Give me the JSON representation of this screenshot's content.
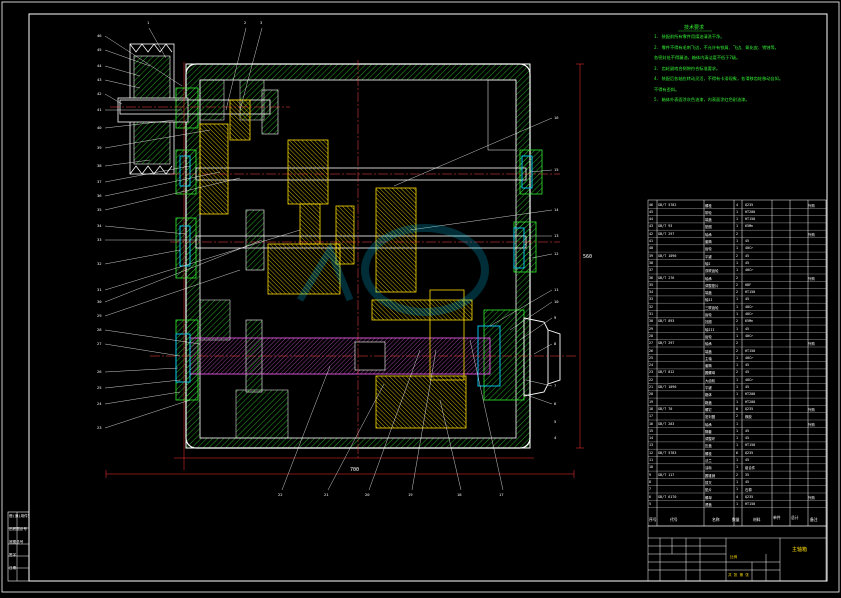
{
  "drawing": {
    "title_block": {
      "drawing_name": "主轴箱",
      "scale_label": "比例",
      "sheet_label": "共  张 第  张"
    },
    "tech_notes": {
      "title": "技术要求",
      "lines": [
        "1. 装配前所有零件用煤油清洗干净。",
        "2. 零件不得有毛刺飞边，不允许有铁屑、飞边、氧化皮、锈蚀等。",
        "   各密封处不得漏油，箱体内清洁度不低于7级。",
        "3. 齿轮副啮合侧隙符合标准要求。",
        "4. 装配后各轴应转动灵活，不得有卡滞现象，各滑移齿轮移动自如。",
        "   不得有歪斜。",
        "5. 箱体外表面涂灰色油漆，内表面涂红色耐油漆。"
      ]
    },
    "bom": {
      "header": {
        "no": "序号",
        "code": "代号",
        "name": "名称",
        "qty": "数量",
        "material": "材料",
        "unit": "单件",
        "total": "总计",
        "note": "备注"
      },
      "rows": [
        {
          "no": "46",
          "code": "GB/T 5782",
          "name": "螺栓",
          "qty": "4",
          "material": "Q235",
          "note": "外购"
        },
        {
          "no": "45",
          "code": "",
          "name": "带轮",
          "qty": "1",
          "material": "HT200",
          "note": ""
        },
        {
          "no": "44",
          "code": "",
          "name": "端盖",
          "qty": "1",
          "material": "HT150",
          "note": ""
        },
        {
          "no": "43",
          "code": "GB/T 93",
          "name": "垫圈",
          "qty": "1",
          "material": "65Mn",
          "note": ""
        },
        {
          "no": "42",
          "code": "GB/T 297",
          "name": "轴承",
          "qty": "2",
          "material": "",
          "note": "外购"
        },
        {
          "no": "41",
          "code": "",
          "name": "套筒",
          "qty": "1",
          "material": "45",
          "note": ""
        },
        {
          "no": "40",
          "code": "",
          "name": "齿轮",
          "qty": "1",
          "material": "40Cr",
          "note": ""
        },
        {
          "no": "39",
          "code": "GB/T 1096",
          "name": "平键",
          "qty": "2",
          "material": "45",
          "note": ""
        },
        {
          "no": "38",
          "code": "",
          "name": "轴I",
          "qty": "1",
          "material": "45",
          "note": ""
        },
        {
          "no": "37",
          "code": "",
          "name": "双联齿轮",
          "qty": "1",
          "material": "40Cr",
          "note": ""
        },
        {
          "no": "36",
          "code": "GB/T 276",
          "name": "轴承",
          "qty": "2",
          "material": "",
          "note": "外购"
        },
        {
          "no": "35",
          "code": "",
          "name": "调整垫片",
          "qty": "2",
          "material": "08F",
          "note": ""
        },
        {
          "no": "34",
          "code": "",
          "name": "端盖",
          "qty": "2",
          "material": "HT150",
          "note": ""
        },
        {
          "no": "33",
          "code": "",
          "name": "轴II",
          "qty": "1",
          "material": "45",
          "note": ""
        },
        {
          "no": "32",
          "code": "",
          "name": "三联齿轮",
          "qty": "1",
          "material": "40Cr",
          "note": ""
        },
        {
          "no": "31",
          "code": "",
          "name": "齿轮",
          "qty": "1",
          "material": "40Cr",
          "note": ""
        },
        {
          "no": "30",
          "code": "GB/T 893",
          "name": "挡圈",
          "qty": "2",
          "material": "65Mn",
          "note": ""
        },
        {
          "no": "29",
          "code": "",
          "name": "轴III",
          "qty": "1",
          "material": "45",
          "note": ""
        },
        {
          "no": "28",
          "code": "",
          "name": "齿轮",
          "qty": "1",
          "material": "40Cr",
          "note": ""
        },
        {
          "no": "27",
          "code": "GB/T 297",
          "name": "轴承",
          "qty": "2",
          "material": "",
          "note": "外购"
        },
        {
          "no": "26",
          "code": "",
          "name": "端盖",
          "qty": "2",
          "material": "HT150",
          "note": ""
        },
        {
          "no": "25",
          "code": "",
          "name": "主轴",
          "qty": "1",
          "material": "40Cr",
          "note": ""
        },
        {
          "no": "24",
          "code": "",
          "name": "套筒",
          "qty": "1",
          "material": "45",
          "note": ""
        },
        {
          "no": "23",
          "code": "GB/T 812",
          "name": "圆螺母",
          "qty": "2",
          "material": "45",
          "note": ""
        },
        {
          "no": "22",
          "code": "",
          "name": "大齿轮",
          "qty": "1",
          "material": "40Cr",
          "note": ""
        },
        {
          "no": "21",
          "code": "GB/T 1096",
          "name": "平键",
          "qty": "1",
          "material": "45",
          "note": ""
        },
        {
          "no": "20",
          "code": "",
          "name": "箱体",
          "qty": "1",
          "material": "HT200",
          "note": ""
        },
        {
          "no": "19",
          "code": "",
          "name": "箱盖",
          "qty": "1",
          "material": "HT200",
          "note": ""
        },
        {
          "no": "18",
          "code": "GB/T 70",
          "name": "螺钉",
          "qty": "8",
          "material": "Q235",
          "note": "外购"
        },
        {
          "no": "17",
          "code": "",
          "name": "密封圈",
          "qty": "2",
          "material": "橡胶",
          "note": ""
        },
        {
          "no": "16",
          "code": "GB/T 283",
          "name": "轴承",
          "qty": "1",
          "material": "",
          "note": "外购"
        },
        {
          "no": "15",
          "code": "",
          "name": "隔套",
          "qty": "1",
          "material": "45",
          "note": ""
        },
        {
          "no": "14",
          "code": "",
          "name": "调整环",
          "qty": "1",
          "material": "45",
          "note": ""
        },
        {
          "no": "13",
          "code": "",
          "name": "压盖",
          "qty": "1",
          "material": "HT150",
          "note": ""
        },
        {
          "no": "12",
          "code": "GB/T 5783",
          "name": "螺栓",
          "qty": "6",
          "material": "Q235",
          "note": ""
        },
        {
          "no": "11",
          "code": "",
          "name": "法兰",
          "qty": "1",
          "material": "45",
          "note": ""
        },
        {
          "no": "10",
          "code": "",
          "name": "油标",
          "qty": "1",
          "material": "组合件",
          "note": ""
        },
        {
          "no": "9",
          "code": "GB/T 117",
          "name": "圆锥销",
          "qty": "2",
          "material": "35",
          "note": ""
        },
        {
          "no": "8",
          "code": "",
          "name": "拨叉",
          "qty": "1",
          "material": "45",
          "note": ""
        },
        {
          "no": "7",
          "code": "",
          "name": "垫片",
          "qty": "1",
          "material": "石棉",
          "note": ""
        },
        {
          "no": "6",
          "code": "GB/T 6170",
          "name": "螺母",
          "qty": "4",
          "material": "Q235",
          "note": "外购"
        },
        {
          "no": "5",
          "code": "",
          "name": "透盖",
          "qty": "1",
          "material": "HT150",
          "note": ""
        }
      ]
    },
    "part_labels": [
      "1",
      "2",
      "3",
      "46",
      "45",
      "44",
      "43",
      "42",
      "41",
      "40",
      "39",
      "38",
      "37",
      "36",
      "35",
      "34",
      "33",
      "32",
      "31",
      "30",
      "29",
      "28",
      "27",
      "26",
      "25",
      "24",
      "23",
      "22",
      "21",
      "20",
      "19",
      "18",
      "17",
      "16",
      "15",
      "14",
      "13",
      "12",
      "11",
      "10",
      "9",
      "8",
      "7",
      "6",
      "5",
      "4"
    ],
    "side_labels": [
      "借(通)用件登记",
      "旧底图总号",
      "底图总号",
      "签字",
      "日期"
    ],
    "dims": {
      "overall_width": "700",
      "overall_height": "560"
    }
  },
  "colors": {
    "frame": "#ffffff",
    "outline": "#ffffff",
    "hatch": "#33ee33",
    "gear": "#ffdd00",
    "center": "#ff4444",
    "shaft": "#ff66ff",
    "dim": "#ff3333",
    "leader": "#ffffff",
    "note": "#33ee33",
    "cyan": "#00d0ff"
  }
}
